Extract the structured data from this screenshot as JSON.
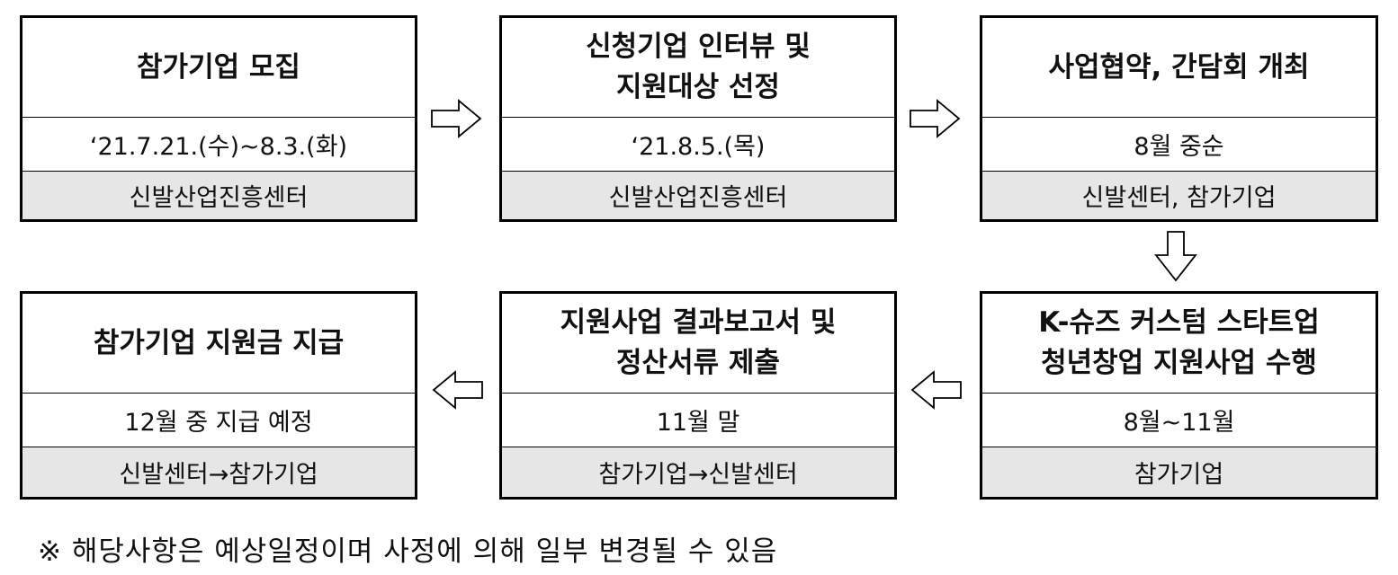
{
  "steps": [
    {
      "title": "참가기업 모집",
      "date": "‘21.7.21.(수)~8.3.(화)",
      "org": "신발산업진흥센터"
    },
    {
      "title": "신청기업 인터뷰 및\n지원대상 선정",
      "date": "‘21.8.5.(목)",
      "org": "신발산업진흥센터"
    },
    {
      "title": "사업협약, 간담회 개최",
      "date": "8월 중순",
      "org": "신발센터, 참가기업"
    },
    {
      "title": "K-슈즈 커스텀 스타트업\n청년창업 지원사업 수행",
      "date": "8월~11월",
      "org": "참가기업"
    },
    {
      "title": "지원사업 결과보고서 및\n정산서류 제출",
      "date": "11월 말",
      "org": "참가기업→신발센터"
    },
    {
      "title": "참가기업 지원금 지급",
      "date": "12월 중 지급 예정",
      "org": "신발센터→참가기업"
    }
  ],
  "note": "※ 해당사항은 예상일정이며 사정에 의해 일부 변경될 수 있음"
}
